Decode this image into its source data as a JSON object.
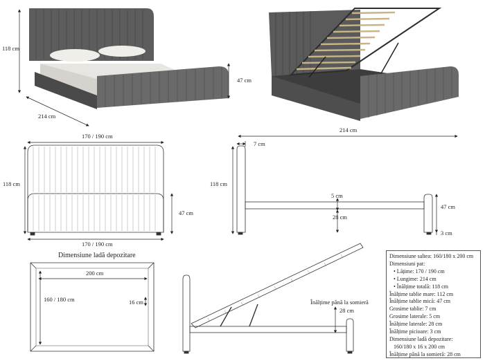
{
  "photo1": {
    "height": "118 cm",
    "width": "214 cm",
    "footboard": "47 cm"
  },
  "photo2": {
    "length": "214 cm"
  },
  "front_view": {
    "width_top": "170 / 190 cm",
    "width_bottom": "170 / 190 cm",
    "height": "118 cm",
    "footboard": "47 cm"
  },
  "side_view": {
    "thickness": "7 cm",
    "height": "118 cm",
    "rail": "5 cm",
    "rail_height": "28 cm",
    "footboard": "47 cm",
    "legs": "3 cm"
  },
  "storage": {
    "title": "Dimensiune ladă depozitare",
    "length": "200 cm",
    "width": "160 / 180 cm",
    "depth": "16 cm"
  },
  "lift": {
    "label": "Înălțime până la somieră",
    "value": "28 cm"
  },
  "spec": [
    "Dimensiune saltea:     160/180 x 200 cm",
    "Dimensiuni pat:",
    "• Lățime: 170 / 190 cm",
    "• Lungime: 214 cm",
    "• Înălțime totală: 118 cm",
    "Înălțime tablie mare: 112 cm",
    "Înălțime tablie mică: 47 cm",
    "Grosime tablie:  7 cm",
    "Grosime laterale: 5 cm",
    "Înălțime laterale:  28 cm",
    "Înălțime picioare: 3 cm",
    "Dimensiune ladă depozitare:",
    "160/180 x 16 x 200 cm",
    "Înălțime până la somieră: 28 cm"
  ]
}
